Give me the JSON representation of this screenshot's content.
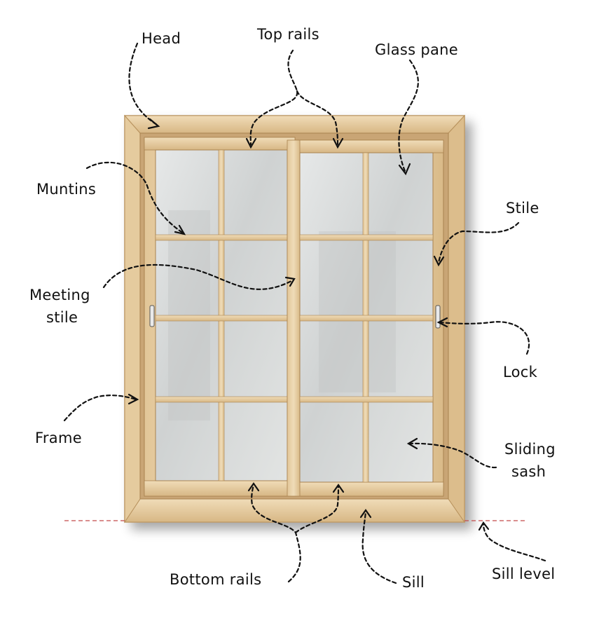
{
  "labels": {
    "head": "Head",
    "top_rails": "Top rails",
    "glass_pane": "Glass pane",
    "muntins": "Muntins",
    "stile": "Stile",
    "meeting_stile_1": "Meeting",
    "meeting_stile_2": "stile",
    "lock": "Lock",
    "frame": "Frame",
    "sliding_sash_1": "Sliding",
    "sliding_sash_2": "sash",
    "bottom_rails": "Bottom rails",
    "sill": "Sill",
    "sill_level": "Sill level"
  },
  "colors": {
    "wood_light": "#ead3ab",
    "wood_mid": "#dcbd8c",
    "wood_dark": "#b8925d",
    "glass": "#d9dcdd",
    "ink": "#111111",
    "sill_line": "#c44a4a"
  }
}
